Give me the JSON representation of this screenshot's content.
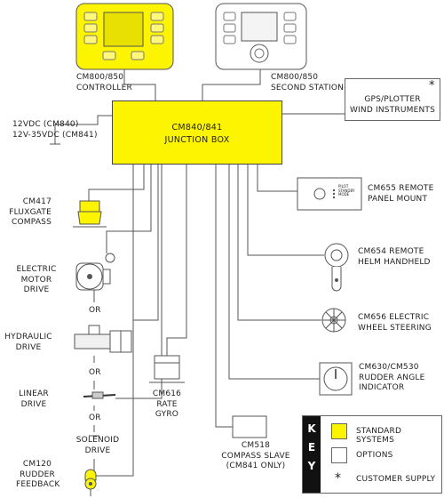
{
  "controller": {
    "model": "CM800/850",
    "name": "CONTROLLER"
  },
  "second_station": {
    "model": "CM800/850",
    "name": "SECOND STATION"
  },
  "junction_box": {
    "model": "CM840/841",
    "name": "JUNCTION BOX"
  },
  "power": {
    "line1": "12VDC (CM840)",
    "line2": "12V-35VDC (CM841)"
  },
  "gps": {
    "line1": "GPS/PLOTTER",
    "line2": "WIND INSTRUMENTS",
    "mark": "*"
  },
  "left_devices": {
    "fluxgate": [
      "CM417",
      "FLUXGATE",
      "COMPASS"
    ],
    "motor": [
      "ELECTRIC",
      "MOTOR",
      "DRIVE"
    ],
    "hydraulic": [
      "HYDRAULIC",
      "DRIVE"
    ],
    "linear": [
      "LINEAR",
      "DRIVE"
    ],
    "solenoid": [
      "SOLENOID",
      "DRIVE"
    ],
    "rudder_feedback": [
      "CM120",
      "RUDDER",
      "FEEDBACK"
    ],
    "or_text": "OR"
  },
  "center_devices": {
    "gyro": [
      "CM616",
      "RATE",
      "GYRO"
    ],
    "compass_slave": [
      "CM518",
      "COMPASS SLAVE",
      "(CM841 ONLY)"
    ]
  },
  "right_devices": {
    "panel": [
      "CM655 REMOTE",
      "PANEL MOUNT"
    ],
    "panel_face": [
      "PILOT",
      "STANDBY",
      "MODE"
    ],
    "handheld": [
      "CM654 REMOTE",
      "HELM HANDHELD"
    ],
    "wheel": [
      "CM656 ELECTRIC",
      "WHEEL STEERING"
    ],
    "indicator": [
      "CM630/CM530",
      "RUDDER ANGLE",
      "INDICATOR"
    ]
  },
  "key": {
    "letters": [
      "K",
      "E",
      "Y"
    ],
    "standard": "STANDARD SYSTEMS",
    "options": "OPTIONS",
    "customer": "CUSTOMER SUPPLY",
    "customer_mark": "*"
  },
  "colors": {
    "standard": "#fcf400",
    "option": "#ffffff",
    "line": "#555555"
  }
}
